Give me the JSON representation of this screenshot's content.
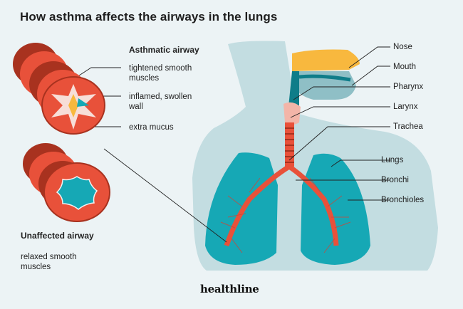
{
  "title": "How asthma affects the airways in the lungs",
  "asthmatic": {
    "heading": "Asthmatic airway",
    "labels": [
      "tightened smooth muscles",
      "inflamed, swollen wall",
      "extra mucus"
    ]
  },
  "unaffected": {
    "heading": "Unaffected airway",
    "label": "relaxed smooth muscles"
  },
  "anatomy_labels": [
    "Nose",
    "Mouth",
    "Pharynx",
    "Larynx",
    "Trachea",
    "Lungs",
    "Bronchi",
    "Bronchioles"
  ],
  "brand": "healthline",
  "colors": {
    "background": "#ecf3f5",
    "body": "#c3dde1",
    "lung": "#16a8b5",
    "lung_dark": "#0f7d89",
    "airway_red": "#e8513a",
    "airway_dark": "#a8321f",
    "nose_yellow": "#f8b83e",
    "larynx_pink": "#f3b5a8"
  }
}
